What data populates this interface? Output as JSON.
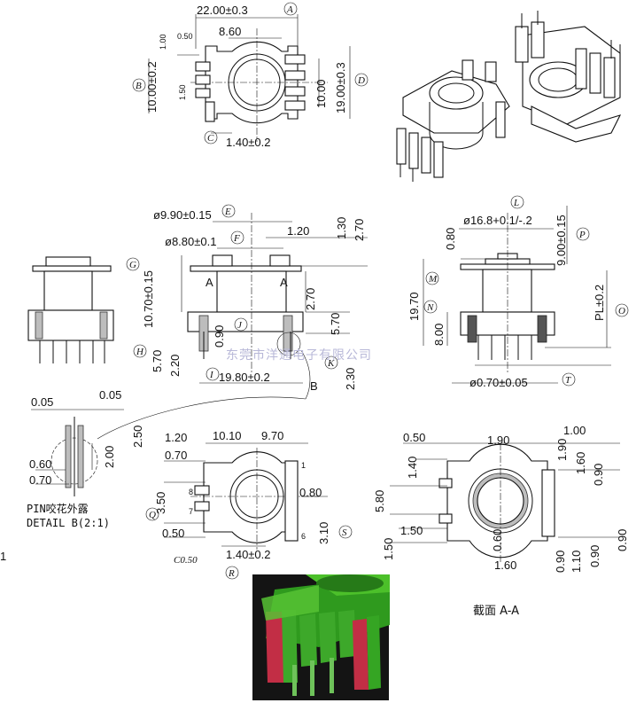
{
  "top_view": {
    "dims": [
      "22.00±0.3",
      "8.60",
      "1.00",
      "0.50",
      "1.50",
      "10.00±0.2",
      "10.00",
      "19.00±0.3",
      "1.40±0.2"
    ],
    "bubbles": [
      "A",
      "B",
      "C",
      "D"
    ]
  },
  "front_view": {
    "dims": [
      "ø9.90±0.15",
      "ø8.80±0.1",
      "1.20",
      "1.30",
      "2.70",
      "10.70±0.15",
      "2.70",
      "5.70",
      "0.90",
      "5.70",
      "2.20",
      "19.80±0.2",
      "2.30"
    ],
    "section_marks": [
      "A",
      "A"
    ],
    "bubbles": [
      "E",
      "F",
      "G",
      "H",
      "I",
      "J",
      "K"
    ]
  },
  "side_view": {
    "dims": [
      "ø16.8+0.1/-.2",
      "0.80",
      "9.00±0.15",
      "19.70",
      "8.00",
      "PL±0.2",
      "ø0.70±0.05"
    ],
    "bubbles": [
      "L",
      "P",
      "M",
      "N",
      "O",
      "T"
    ]
  },
  "detail_b": {
    "dims": [
      "0.05",
      "0.05",
      "0.60",
      "0.70",
      "2.00"
    ],
    "label_b": "B",
    "caption_line1": "PIN咬花外露",
    "caption_line2": "DETAIL B(2:1)"
  },
  "bottom_view": {
    "dims": [
      "2.50",
      "1.20",
      "10.10",
      "9.70",
      "0.70",
      "3.50",
      "0.80",
      "0.50",
      "3.10",
      "1.40±0.2",
      "C0.50"
    ],
    "pin_numbers": [
      "1",
      "8",
      "7",
      "6"
    ],
    "bubbles": [
      "Q",
      "S",
      "R"
    ]
  },
  "section_view": {
    "dims": [
      "0.50",
      "1.90",
      "1.00",
      "1.90",
      "1.60",
      "1.40",
      "0.90",
      "5.80",
      "1.50",
      "1.50",
      "0.60",
      "1.60",
      "0.90",
      "1.10",
      "0.90",
      "0.90"
    ],
    "caption": "截面 A-A"
  },
  "watermark": "东莞市洋通电子有限公司",
  "edge_mark": "1"
}
